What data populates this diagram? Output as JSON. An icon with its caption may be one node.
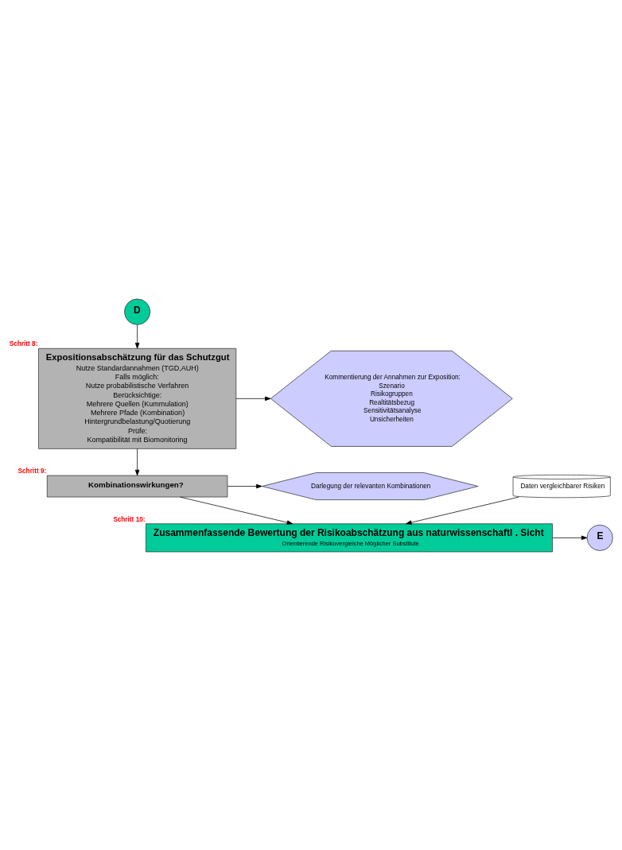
{
  "diagram": {
    "nodes": [
      {
        "text": [
          "D"
        ]
      },
      {
        "text": [
          "Expositionsabschätzung für das Schutzgut",
          "Nutze Standardannahmen (TGD,AUH)",
          "Falls möglich:",
          "Nutze probabilistische Verfahren",
          "Berücksichtige:",
          "Mehrere Quellen (Kummulation)",
          "Mehrere Pfade (Kombination)",
          "Hintergrundbelastung/Quotierung",
          "Prüfe:",
          "Kompatibilität mit Biomonitoring"
        ],
        "beside": [
          "Schritt 8:"
        ]
      },
      {
        "text": [
          "Kommentierung der Annahmen zur Exposition:",
          "Szenario",
          "Risikogruppen",
          "Realtitätsbezug",
          "Sensitivitätsanalyse",
          "Unsicherheiten"
        ]
      },
      {
        "text": [
          "Kombinationswirkungen?"
        ],
        "beside": [
          "Schritt 9:"
        ]
      },
      {
        "text": [
          "Darlegung der relevanten Kombinationen"
        ]
      },
      {
        "text": [
          "Daten vergleichbarer Risiken"
        ]
      },
      {
        "text": [
          "Zusammenfassende Bewertung der Risikoabschätzung aus naturwissenschaftl . Sicht",
          "Orientierende Risikovergleiche Möglicher Substitute"
        ],
        "beside": [
          "Schritt 10:"
        ]
      },
      {
        "text": [
          "E"
        ]
      }
    ],
    "edges": [
      {
        "from": 0,
        "to": 1,
        "arrow": "to"
      },
      {
        "from": 1,
        "to": 2,
        "arrow": "to"
      },
      {
        "from": 1,
        "to": 3,
        "arrow": "to"
      },
      {
        "from": 3,
        "to": 4,
        "arrow": "to"
      },
      {
        "from": 3,
        "to": 6,
        "arrow": "to"
      },
      {
        "from": 5,
        "to": 6,
        "arrow": "to"
      },
      {
        "from": 6,
        "to": 7,
        "arrow": "to"
      }
    ]
  }
}
